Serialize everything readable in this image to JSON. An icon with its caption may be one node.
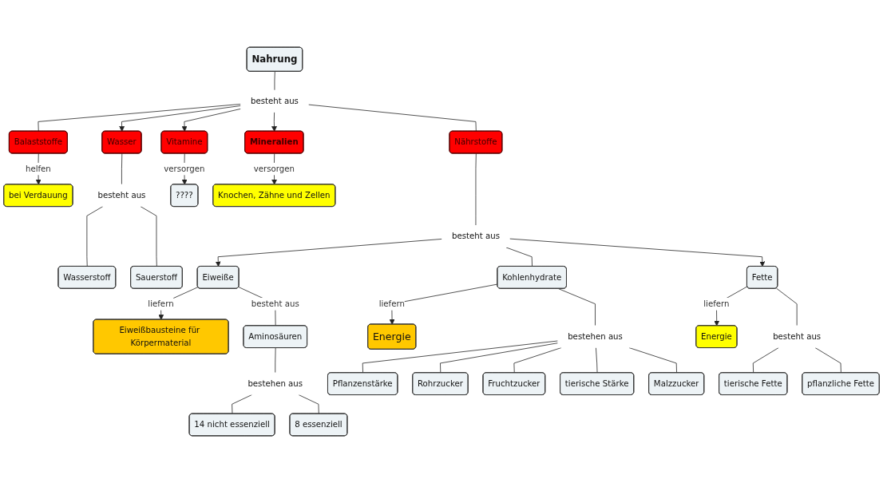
{
  "diagram": {
    "nodes": [
      {
        "text": [
          "Nahrung"
        ]
      },
      {
        "text": [
          "Wasser"
        ]
      },
      {
        "text": [
          "Mineralien"
        ]
      },
      {
        "text": [
          "Knochen, Zähne und Zellen"
        ]
      },
      {
        "text": [
          "besteht aus"
        ]
      },
      {
        "text": [
          "besteht aus"
        ]
      },
      {
        "text": [
          "Wasserstoff"
        ]
      },
      {
        "text": [
          "Sauerstoff"
        ]
      },
      {
        "text": [
          "Vitamine"
        ]
      },
      {
        "text": [
          "????"
        ]
      },
      {
        "text": [
          "bei Verdauung"
        ]
      },
      {
        "text": [
          "Balaststoffe"
        ]
      },
      {
        "text": [
          "Nährstoffe"
        ]
      },
      {
        "text": [
          "besteht aus"
        ]
      },
      {
        "text": [
          "Fette"
        ]
      },
      {
        "text": [
          "Energie"
        ]
      },
      {
        "text": [
          "Eiweißbausteine für Körpermaterial"
        ]
      },
      {
        "text": [
          "Kohlenhydrate"
        ]
      },
      {
        "text": [
          "Energie"
        ]
      },
      {
        "text": [
          "Eiweiße"
        ]
      },
      {
        "text": [
          "besteht aus"
        ]
      },
      {
        "text": [
          "bestehen aus"
        ]
      },
      {
        "text": [
          "Aminosäuren"
        ]
      },
      {
        "text": [
          "bestehen aus"
        ]
      },
      {
        "text": [
          "tierische Fette"
        ]
      },
      {
        "text": [
          "pflanzliche Fette"
        ]
      },
      {
        "text": [
          "14 nicht essenziell"
        ]
      },
      {
        "text": [
          "8 essenziell"
        ]
      },
      {
        "text": [
          "Pflanzenstärke"
        ]
      },
      {
        "text": [
          "Rohrzucker"
        ]
      },
      {
        "text": [
          "Fruchtzucker"
        ]
      },
      {
        "text": [
          "tierische Stärke"
        ]
      },
      {
        "text": [
          "Malzzucker"
        ]
      }
    ],
    "edges": [
      {
        "from": 0,
        "to": 5,
        "arrow": "none"
      },
      {
        "from": 5,
        "to": 1,
        "arrow": "to"
      },
      {
        "from": 5,
        "to": 2,
        "arrow": "to"
      },
      {
        "from": 5,
        "to": 8,
        "arrow": "to"
      },
      {
        "from": 5,
        "to": 11,
        "arrow": "none"
      },
      {
        "from": 5,
        "to": 12,
        "arrow": "none"
      },
      {
        "from": 1,
        "to": 4,
        "arrow": "none"
      },
      {
        "from": 4,
        "to": 6,
        "arrow": "none"
      },
      {
        "from": 4,
        "to": 7,
        "arrow": "none"
      },
      {
        "from": 2,
        "to": 3,
        "label": "versorgen",
        "arrow": "to"
      },
      {
        "from": 8,
        "to": 9,
        "label": "versorgen",
        "arrow": "to"
      },
      {
        "from": 11,
        "to": 10,
        "label": "helfen",
        "arrow": "to"
      },
      {
        "from": 12,
        "to": 13,
        "arrow": "none"
      },
      {
        "from": 13,
        "to": 19,
        "arrow": "to"
      },
      {
        "from": 13,
        "to": 17,
        "arrow": "none"
      },
      {
        "from": 13,
        "to": 14,
        "arrow": "to"
      },
      {
        "from": 14,
        "to": 15,
        "label": "liefern",
        "arrow": "to"
      },
      {
        "from": 17,
        "to": 18,
        "label": "liefern",
        "arrow": "to"
      },
      {
        "from": 19,
        "to": 16,
        "label": "liefern",
        "arrow": "to"
      },
      {
        "from": 19,
        "to": 22,
        "label": "besteht aus",
        "arrow": "none"
      },
      {
        "from": 14,
        "to": 20,
        "arrow": "none"
      },
      {
        "from": 20,
        "to": 24,
        "arrow": "none"
      },
      {
        "from": 20,
        "to": 25,
        "arrow": "none"
      },
      {
        "from": 17,
        "to": 21,
        "arrow": "none"
      },
      {
        "from": 21,
        "to": 28,
        "arrow": "none"
      },
      {
        "from": 21,
        "to": 29,
        "arrow": "none"
      },
      {
        "from": 21,
        "to": 30,
        "arrow": "none"
      },
      {
        "from": 21,
        "to": 31,
        "arrow": "none"
      },
      {
        "from": 21,
        "to": 32,
        "arrow": "none"
      },
      {
        "from": 22,
        "to": 23,
        "arrow": "none"
      },
      {
        "from": 23,
        "to": 26,
        "arrow": "none"
      },
      {
        "from": 23,
        "to": 27,
        "arrow": "none"
      }
    ]
  }
}
